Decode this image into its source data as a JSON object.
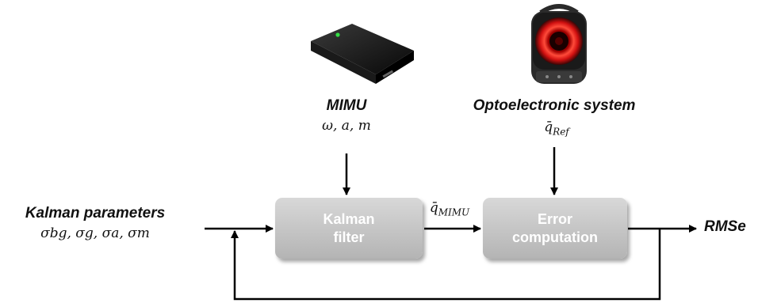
{
  "diagram": {
    "mimu": {
      "title": "MIMU",
      "signals": "ω, a, m"
    },
    "opto": {
      "title": "Optoelectronic system",
      "signal_base": "q̄",
      "signal_sub": "Ref"
    },
    "kalman_params": {
      "title": "Kalman parameters",
      "symbols": "σbg, σg, σa, σm"
    },
    "kalman_block": {
      "line1": "Kalman",
      "line2": "filter"
    },
    "error_block": {
      "line1": "Error",
      "line2": "computation"
    },
    "mimu_quat": {
      "base": "q̄",
      "sub": "MIMU"
    },
    "output": {
      "label": "RMSe"
    },
    "colors": {
      "block_top": "#d8d8d8",
      "block_bottom": "#b4b4b4",
      "block_text": "#ffffff",
      "line": "#000000"
    }
  }
}
